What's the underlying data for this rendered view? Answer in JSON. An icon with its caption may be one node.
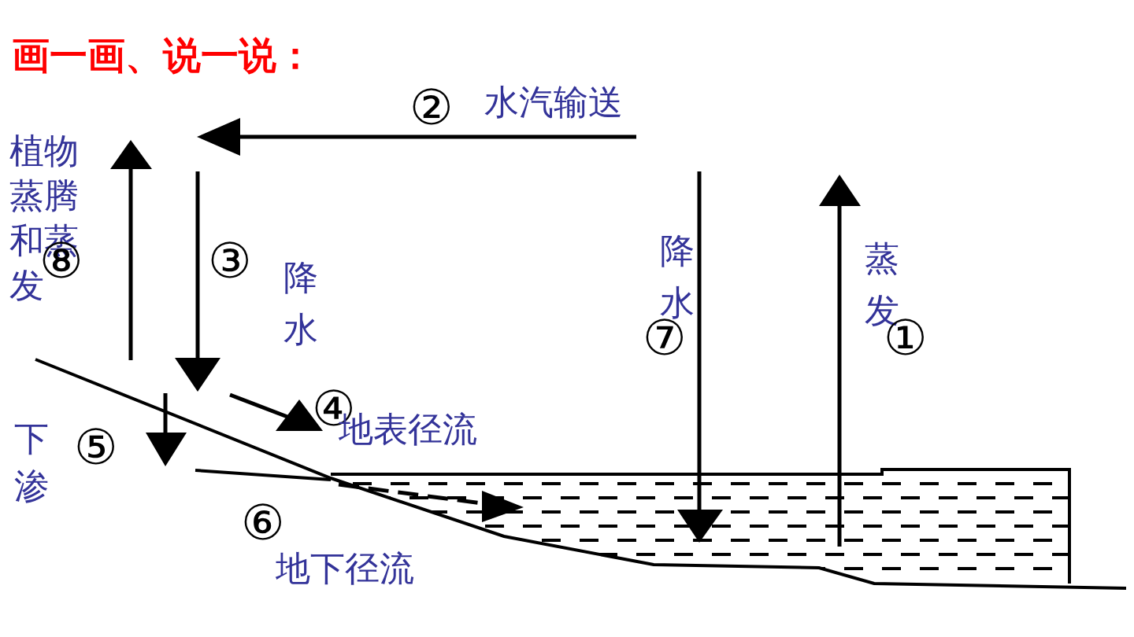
{
  "diagram": {
    "title": "画一画、说一说：",
    "labels": [
      "②",
      "水汽输送",
      "植物蒸腾和蒸发",
      "⑧",
      "③",
      "降水",
      "降水",
      "⑦",
      "蒸发",
      "①",
      "④",
      "地表径流",
      "下渗",
      "⑤",
      "⑥",
      "地下径流"
    ]
  }
}
